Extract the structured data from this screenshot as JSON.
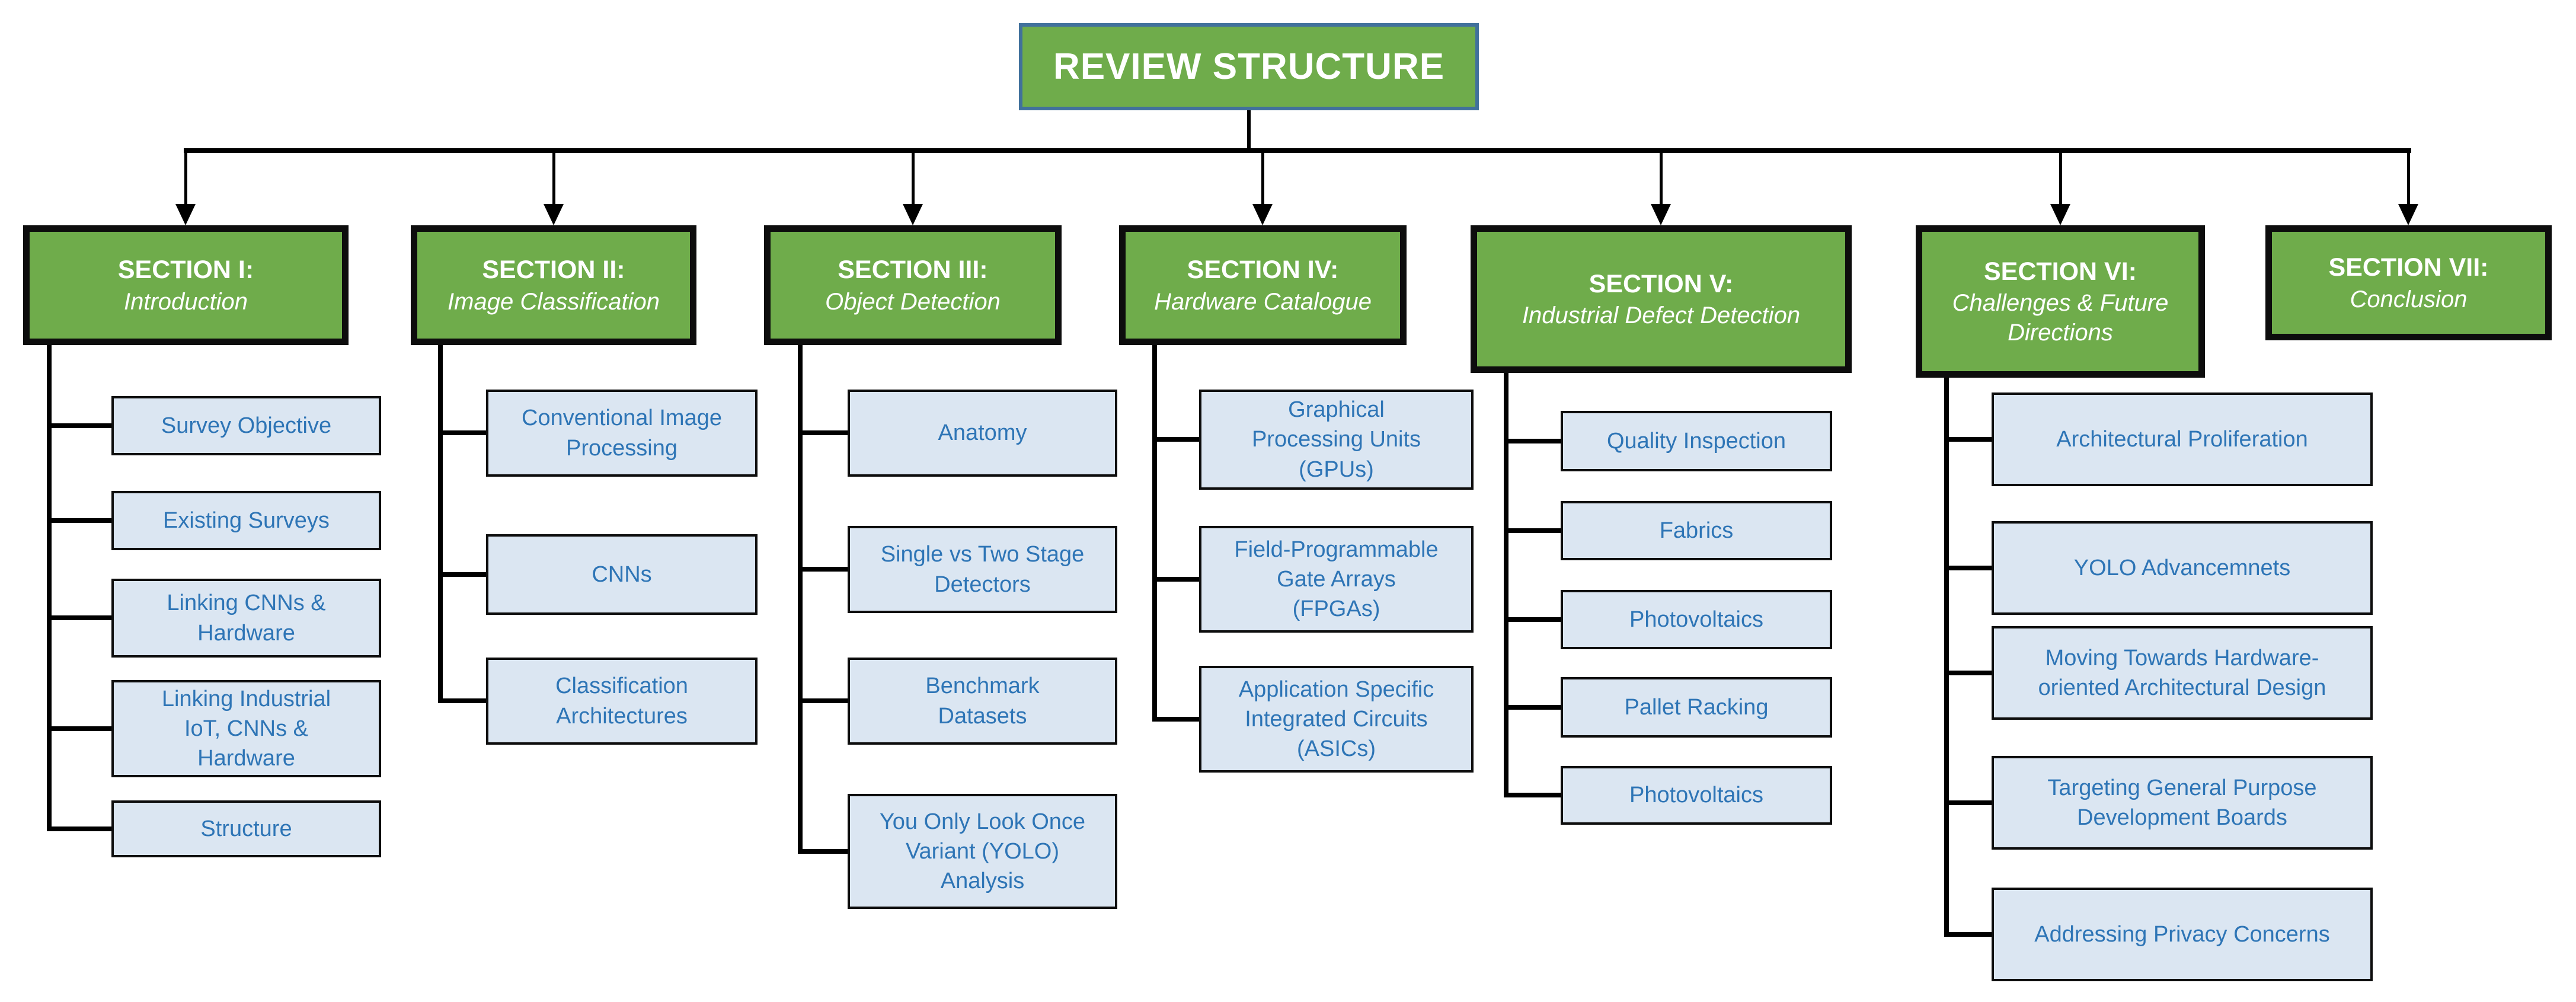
{
  "diagram": {
    "title": "REVIEW STRUCTURE",
    "colors": {
      "node_green": "#6fac4b",
      "title_border_blue": "#41719c",
      "child_fill_blue": "#dbe6f2",
      "child_text_blue": "#2e75b6",
      "connector_black": "#000000",
      "section_text_white": "#ffffff"
    },
    "sections": [
      {
        "heading": "SECTION I:",
        "subtitle": "Introduction",
        "children": [
          "Survey Objective",
          "Existing Surveys",
          "Linking CNNs &\nHardware",
          "Linking Industrial\nIoT, CNNs &\nHardware",
          "Structure"
        ]
      },
      {
        "heading": "SECTION II:",
        "subtitle": "Image Classification",
        "children": [
          "Conventional Image\nProcessing",
          "CNNs",
          "Classification\nArchitectures"
        ]
      },
      {
        "heading": "SECTION III:",
        "subtitle": "Object Detection",
        "children": [
          "Anatomy",
          "Single vs Two Stage\nDetectors",
          "Benchmark\nDatasets",
          "You Only Look Once\nVariant (YOLO)\nAnalysis"
        ]
      },
      {
        "heading": "SECTION IV:",
        "subtitle": "Hardware Catalogue",
        "children": [
          "Graphical\nProcessing Units\n(GPUs)",
          "Field-Programmable\nGate Arrays\n(FPGAs)",
          "Application Specific\nIntegrated Circuits\n(ASICs)"
        ]
      },
      {
        "heading": "SECTION V:",
        "subtitle": "Industrial Defect Detection",
        "children": [
          "Quality Inspection",
          "Fabrics",
          "Photovoltaics",
          "Pallet Racking",
          "Photovoltaics"
        ]
      },
      {
        "heading": "SECTION VI:",
        "subtitle": "Challenges & Future\nDirections",
        "children": [
          "Architectural Proliferation",
          "YOLO Advancemnets",
          "Moving Towards Hardware-\noriented Architectural Design",
          "Targeting General Purpose\nDevelopment Boards",
          "Addressing Privacy Concerns"
        ]
      },
      {
        "heading": "SECTION VII:",
        "subtitle": "Conclusion",
        "children": []
      }
    ]
  }
}
